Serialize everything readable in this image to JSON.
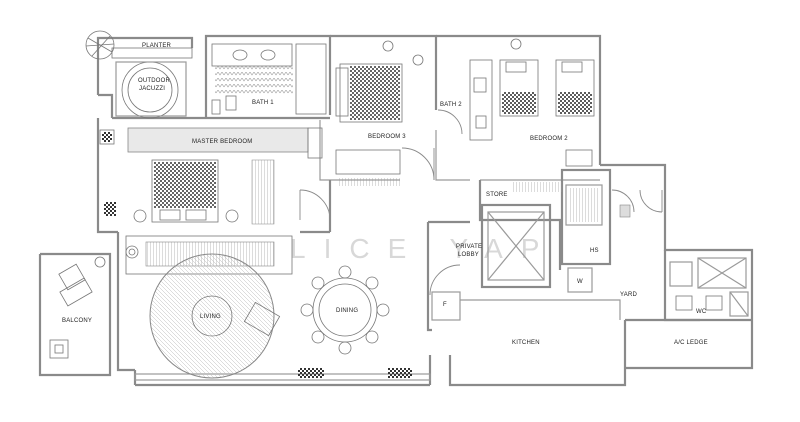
{
  "rooms": {
    "planter": "PLANTER",
    "jacuzzi_line1": "OUTDOOR",
    "jacuzzi_line2": "JACUZZI",
    "bath1": "BATH 1",
    "master_bedroom": "MASTER BEDROOM",
    "bedroom3": "BEDROOM 3",
    "bath2": "BATH 2",
    "bedroom2": "BEDROOM 2",
    "store": "STORE",
    "hs": "HS",
    "private_lobby_line1": "PRIVATE",
    "private_lobby_line2": "LOBBY",
    "w": "W",
    "f": "F",
    "yard": "YARD",
    "wc": "WC",
    "balcony": "BALCONY",
    "living": "LIVING",
    "dining": "DINING",
    "kitchen": "KITCHEN",
    "ac_ledge": "A/C LEDGE"
  },
  "watermark": "LICE YAP",
  "colors": {
    "wall": "#8a8a8a",
    "furniture": "#777777",
    "fill": "#e9e9e9"
  }
}
